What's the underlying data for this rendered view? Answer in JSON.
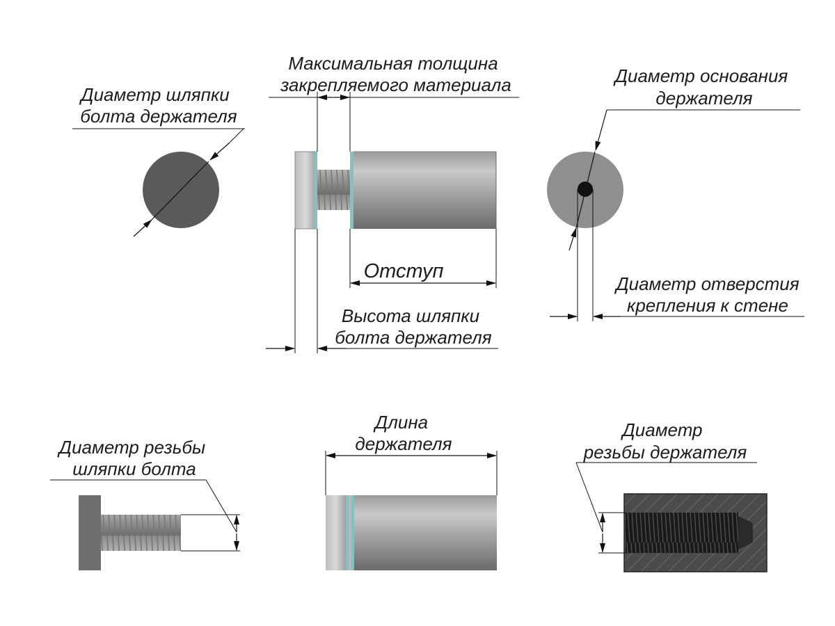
{
  "labels": {
    "head_diameter": [
      "Диаметр шляпки",
      "болта держателя"
    ],
    "max_thickness": [
      "Максимальная толщина",
      "закрепляемого материала"
    ],
    "base_diameter": [
      "Диаметр основания",
      "держателя"
    ],
    "offset": "Отступ",
    "hole_diameter": [
      "Диаметр отверстия",
      "крепления к стене"
    ],
    "head_height": [
      "Высота шляпки",
      "болта держателя"
    ],
    "bolt_thread_diameter": [
      "Диаметр резьбы",
      "шляпки болта"
    ],
    "holder_length": [
      "Длина",
      "держателя"
    ],
    "holder_thread_diameter": [
      "Диаметр",
      "резьбы держателя"
    ]
  },
  "colors": {
    "head_disc": "#5a5a5a",
    "base_disc": "#8f8f8f",
    "hole": "#111111",
    "metal_light": "#c8c8c8",
    "metal_dark": "#6f6f6f",
    "glass": "#7fc4c4",
    "section_fill": "#4a4a4a",
    "line": "#111111"
  }
}
